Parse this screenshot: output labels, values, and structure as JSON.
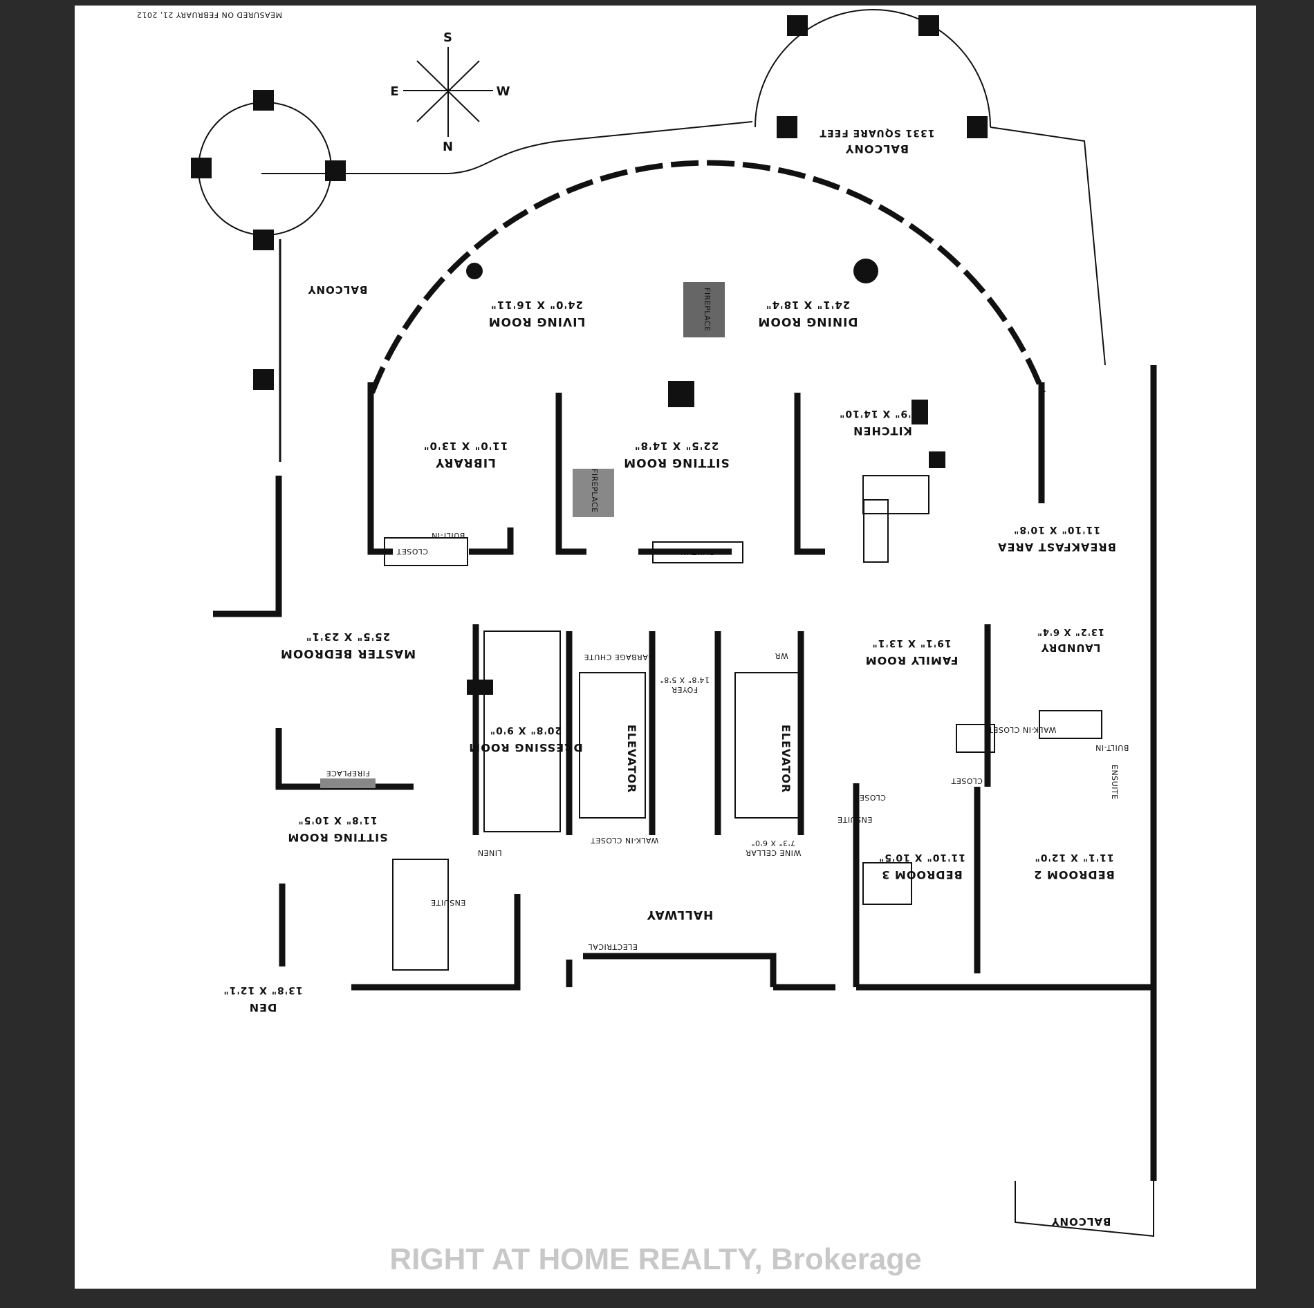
{
  "header": {
    "measured": "MEASURED ON FEBRUARY 21, 2012"
  },
  "compass": {
    "n": "N",
    "s": "S",
    "e": "E",
    "w": "W"
  },
  "rooms": {
    "balcony_ne": {
      "name": "BALCONY",
      "dims": "1331 SQUARE FEET"
    },
    "balcony_w": {
      "name": "BALCONY"
    },
    "balcony_s": {
      "name": "BALCONY"
    },
    "living": {
      "name": "LIVING ROOM",
      "dims": "24'0\" X 16'11\""
    },
    "dining": {
      "name": "DINING ROOM",
      "dims": "24'1\" X 18'4\""
    },
    "library": {
      "name": "LIBRARY",
      "dims": "11'0\" X 13'0\""
    },
    "sitting_main": {
      "name": "SITTING ROOM",
      "dims": "22'5\" X 14'8\""
    },
    "kitchen": {
      "name": "KITCHEN",
      "dims": "16'9\" X 14'10\""
    },
    "breakfast": {
      "name": "BREAKFAST AREA",
      "dims": "11'10\" X 10'8\""
    },
    "master": {
      "name": "MASTER BEDROOM",
      "dims": "25'5\" X 23'1\""
    },
    "dressing": {
      "name": "DRESSING ROOM",
      "dims": "20'8\" X 9'0\""
    },
    "family": {
      "name": "FAMILY ROOM",
      "dims": "19'1\" X 13'1\""
    },
    "laundry": {
      "name": "LAUNDRY",
      "dims": "13'2\" X 6'4\""
    },
    "foyer": {
      "name": "FOYER",
      "dims": "14'8\" X 5'8\""
    },
    "sitting_small": {
      "name": "SITTING ROOM",
      "dims": "11'8\" X 10'5\""
    },
    "den": {
      "name": "DEN",
      "dims": "13'8\" X 12'1\""
    },
    "bedroom3": {
      "name": "BEDROOM 3",
      "dims": "11'10\" X 10'5\""
    },
    "bedroom2": {
      "name": "BEDROOM 2",
      "dims": "11'1\" X 12'0\""
    },
    "wine": {
      "name": "WINE CELLAR",
      "dims": "7'3\" X 6'0\""
    },
    "hallway": {
      "name": "HALLWAY"
    }
  },
  "labels": {
    "fireplace": "FIREPLACE",
    "built_in": "BUILT-IN",
    "closet": "CLOSET",
    "walkin_closet": "WALK-IN CLOSET",
    "ensuite": "ENSUITE",
    "elevator": "ELEVATOR",
    "garbage": "GARBAGE CHUTE",
    "linen": "LINEN",
    "electrical": "ELECTRICAL",
    "wr": "WR"
  },
  "watermark": "RIGHT AT HOME REALTY, Brokerage"
}
